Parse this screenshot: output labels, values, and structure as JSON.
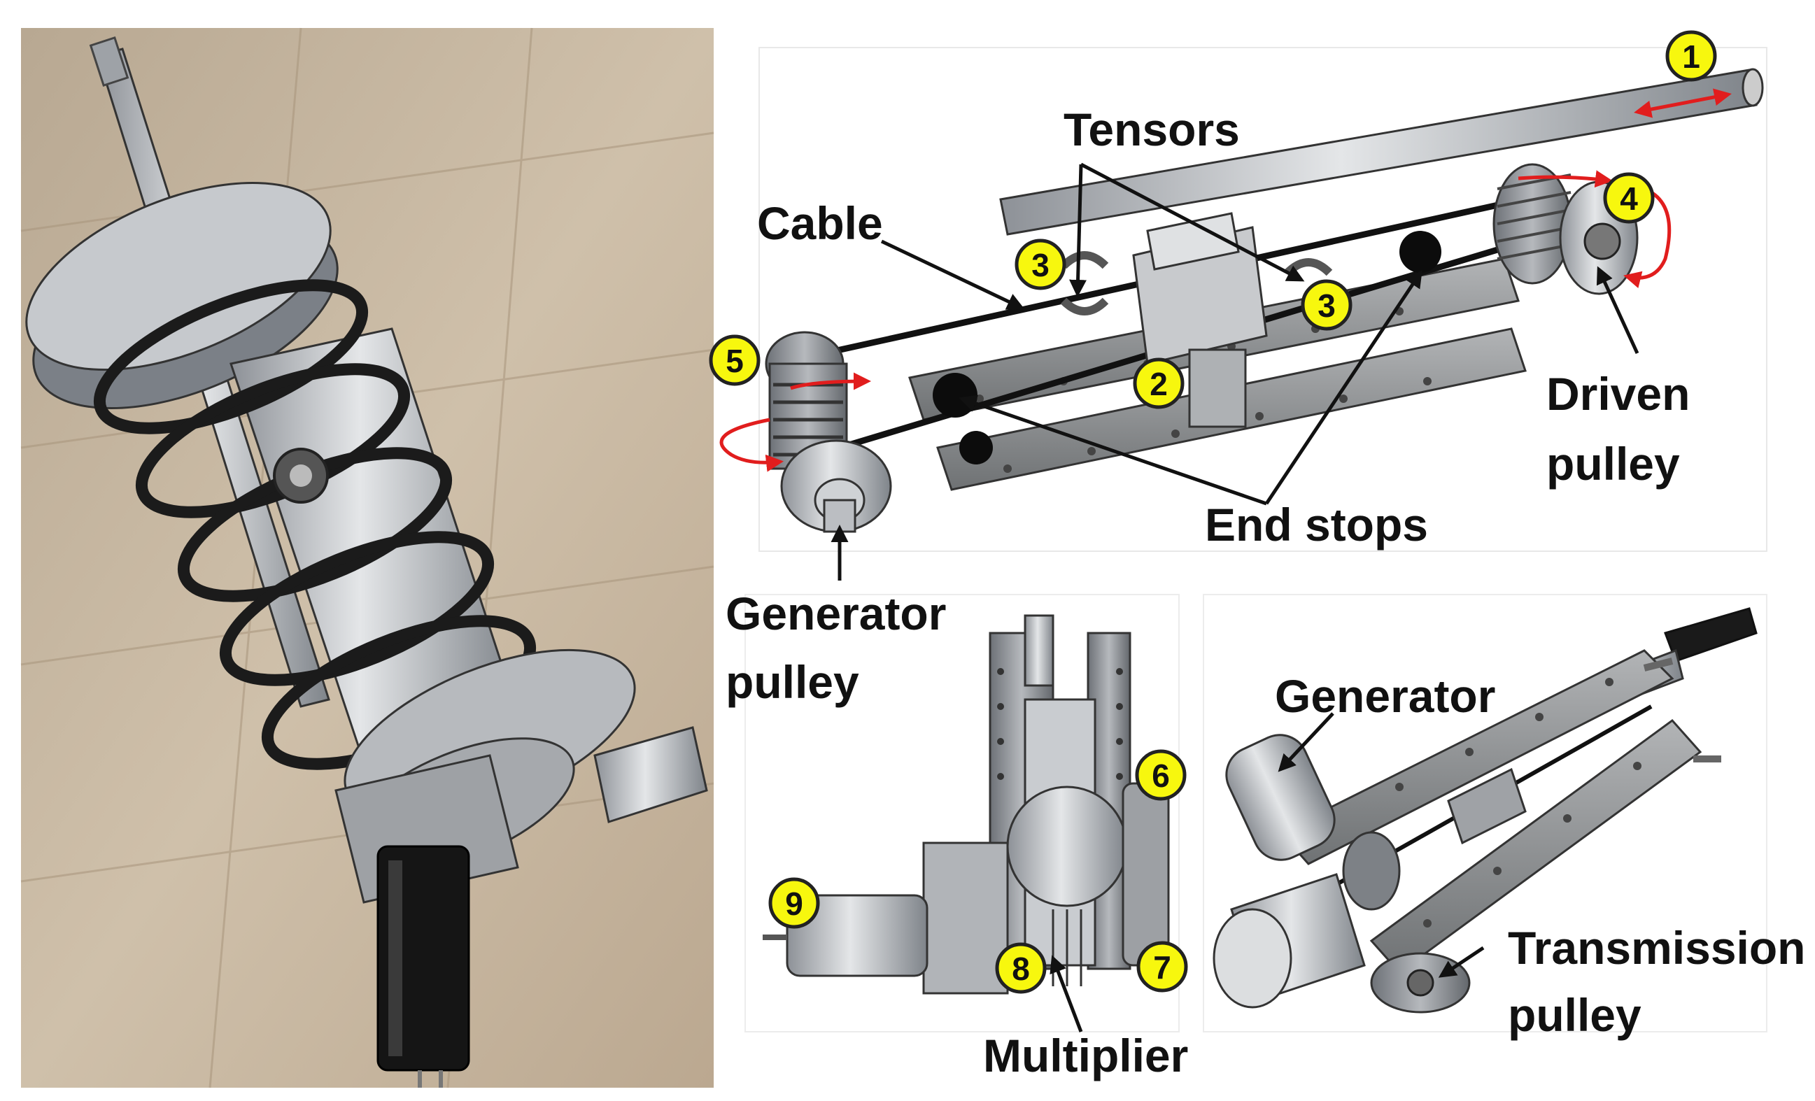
{
  "labels": {
    "tensors": "Tensors",
    "cable": "Cable",
    "driven_pulley_1": "Driven",
    "driven_pulley_2": "pulley",
    "end_stops": "End stops",
    "generator_pulley_1": "Generator",
    "generator_pulley_2": "pulley",
    "generator": "Generator",
    "transmission_pulley_1": "Transmission",
    "transmission_pulley_2": "pulley",
    "multiplier": "Multiplier"
  },
  "badges": [
    "1",
    "2",
    "3",
    "3",
    "4",
    "5",
    "6",
    "7",
    "8",
    "9"
  ],
  "colors": {
    "badge_fill": "#f7f70e",
    "arrow": "#e11d1d",
    "floor": "#c9b79f",
    "metal": "#b9bcc0",
    "dark": "#1a1a1a"
  }
}
